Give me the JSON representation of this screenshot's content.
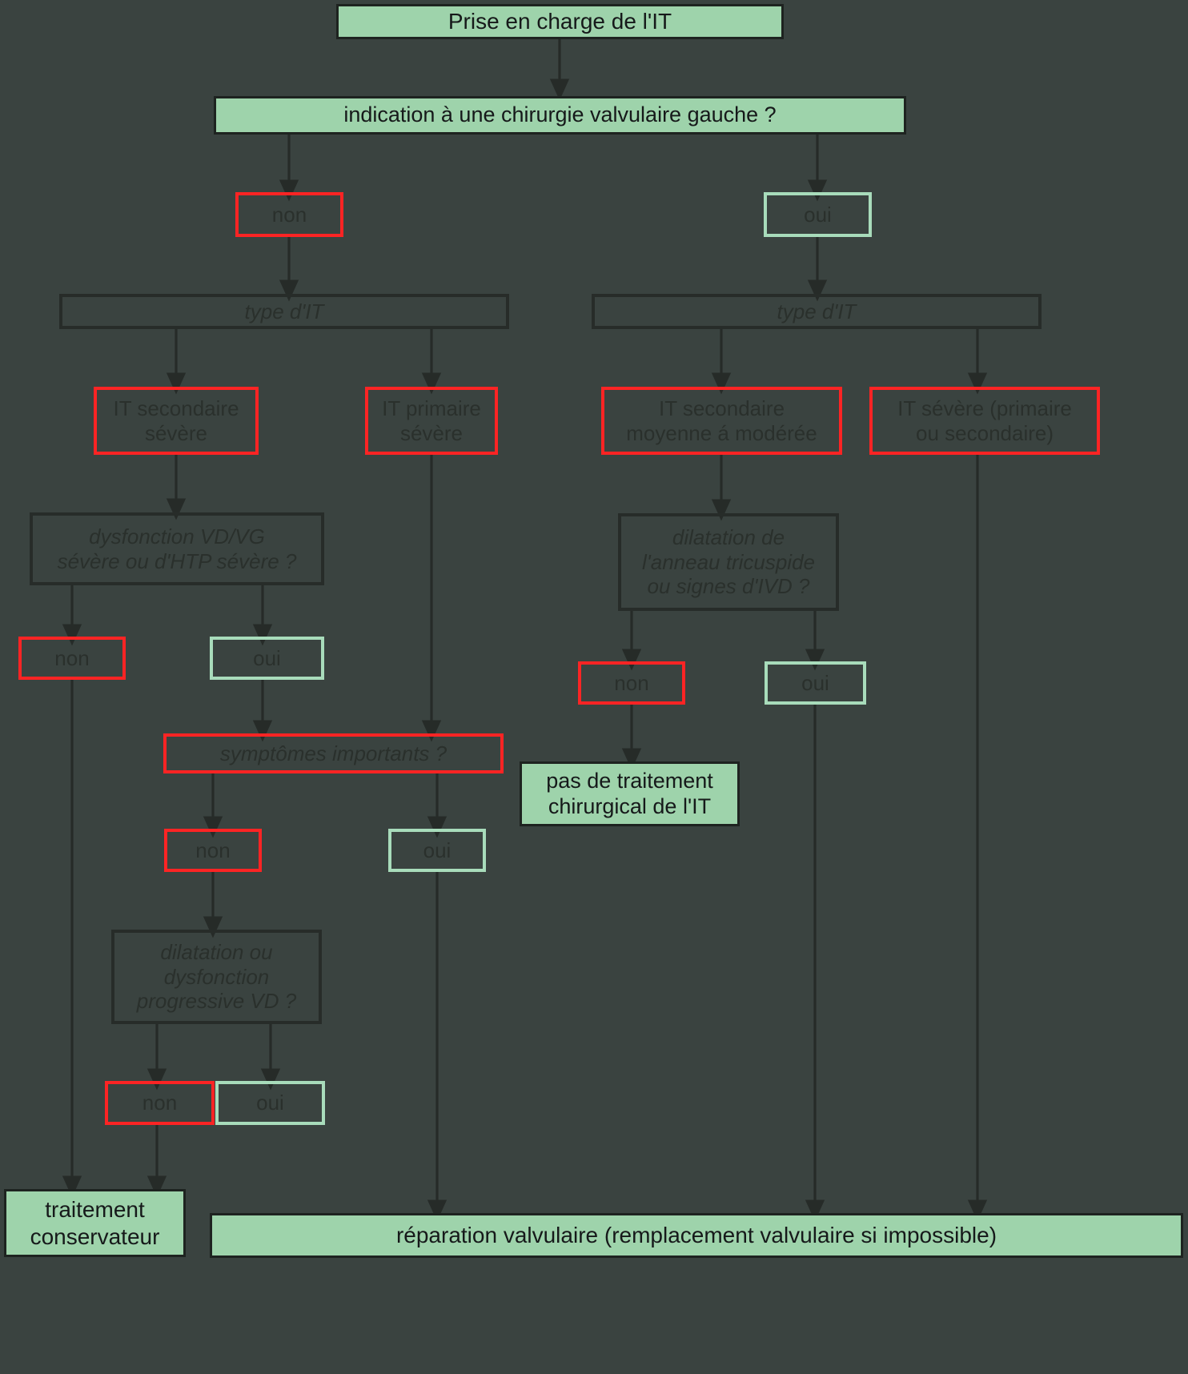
{
  "diagram": {
    "title": "Prise en charge de l'IT",
    "language": "fr",
    "colors": {
      "background": "#3a4340",
      "fill_green": "#9ed3ab",
      "outline_dark": "#272c29",
      "outline_red": "#fc2424",
      "outline_mint": "#a8dcbb",
      "text": "#262b28"
    }
  },
  "nodes": {
    "root": "Prise en charge de l'IT",
    "q_left_surgery": "indication à une chirurgie valvulaire gauche ?",
    "branch_no_1": "non",
    "branch_yes_1": "oui",
    "type_it_left": "type d'IT",
    "type_it_right": "type d'IT",
    "it_secondaire_severe": "IT secondaire sévère",
    "it_secondaire_severe_l1": "IT secondaire",
    "it_secondaire_severe_l2": "sévère",
    "it_primaire_severe_l1": "IT primaire",
    "it_primaire_severe_l2": "sévère",
    "it_secondaire_moyenne_l1": "IT secondaire",
    "it_secondaire_moyenne_l2": "moyenne á modérée",
    "it_severe_prim_sec_l1": "IT sévère (primaire",
    "it_severe_prim_sec_l2": "ou secondaire)",
    "q_dysfonction_l1": "dysfonction VD/VG",
    "q_dysfonction_l2": "sévère ou d'HTP sévère ?",
    "q_dilatation_anneau_l1": "dilatation de",
    "q_dilatation_anneau_l2": "l'anneau tricuspide",
    "q_dilatation_anneau_l3": "ou signes d'IVD ?",
    "branch_no_2": "non",
    "branch_yes_2": "oui",
    "branch_no_3": "non",
    "branch_yes_3": "oui",
    "q_symptomes": "symptômes importants ?",
    "branch_no_4": "non",
    "branch_yes_4": "oui",
    "no_surgery_l1": "pas de traitement",
    "no_surgery_l2": "chirurgical de l'IT",
    "q_dilatation_vd_l1": "dilatation ou",
    "q_dilatation_vd_l2": "dysfonction",
    "q_dilatation_vd_l3": "progressive VD ?",
    "branch_no_5": "non",
    "branch_yes_5": "oui",
    "outcome_conservative_l1": "traitement",
    "outcome_conservative_l2": "conservateur",
    "outcome_repair": "réparation valvulaire (remplacement valvulaire si impossible)"
  }
}
